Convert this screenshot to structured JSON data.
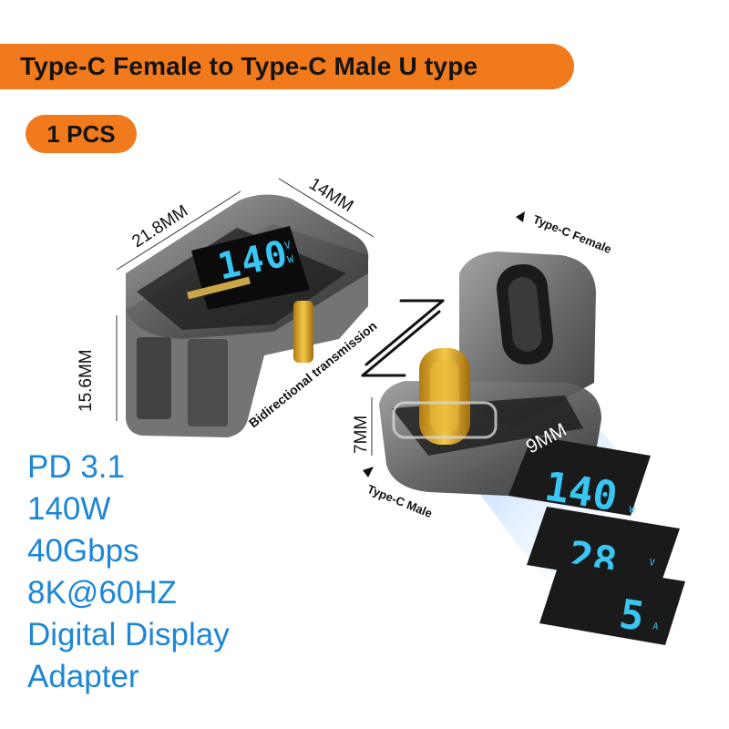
{
  "title": "Type-C Female to Type-C Male U type",
  "quantity": "1 PCS",
  "dimensions": {
    "width": "21.8MM",
    "depth": "14MM",
    "height": "15.6MM",
    "male_height": "7MM",
    "male_width": "9MM"
  },
  "labels": {
    "female": "Type-C Female",
    "male": "Type-C Male",
    "transmission": "Bidirectional transmission"
  },
  "features": [
    "PD 3.1",
    "140W",
    "40Gbps",
    "8K@60HZ",
    "Digital Display",
    "Adapter"
  ],
  "display_readings": {
    "power": "140",
    "power_unit": "W",
    "voltage": "28",
    "voltage_unit": "V",
    "current": "5",
    "current_unit": "A"
  },
  "colors": {
    "accent": "#f07a1c",
    "feature_text": "#1d86d6",
    "display_digits": "#39c6f4"
  }
}
